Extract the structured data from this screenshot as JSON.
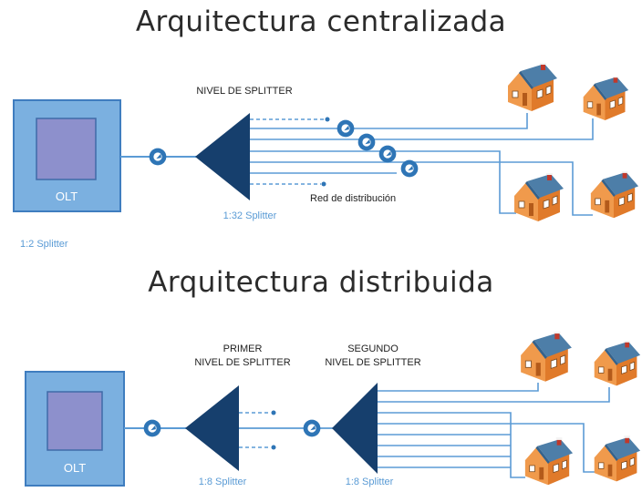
{
  "centralized": {
    "title": "Arquitectura centralizada",
    "olt_label": "OLT",
    "ratio_label": "1:2 Splitter",
    "level_label": "NIVEL DE SPLITTER",
    "splitter_label": "1:32 Splitter",
    "network_label": "Red de distribución"
  },
  "distributed": {
    "title": "Arquitectura distribuida",
    "olt_label": "OLT",
    "first_level_line1": "PRIMER",
    "first_level_line2": "NIVEL DE SPLITTER",
    "first_splitter_label": "1:8 Splitter",
    "second_level_line1": "SEGUNDO",
    "second_level_line2": "NIVEL DE SPLITTER",
    "second_splitter_label": "1:8 Splitter"
  },
  "colors": {
    "box_fill": "#7bb0e0",
    "box_border": "#3f7dbf",
    "inner_fill": "#8d90cc",
    "splitter": "#163f6d",
    "fiber": "#5b9bd5",
    "connector": "#2e75b6",
    "label_blue": "#5a9bd5",
    "house_wall": "#ea8a3c",
    "house_roof": "#4d7ea8"
  }
}
